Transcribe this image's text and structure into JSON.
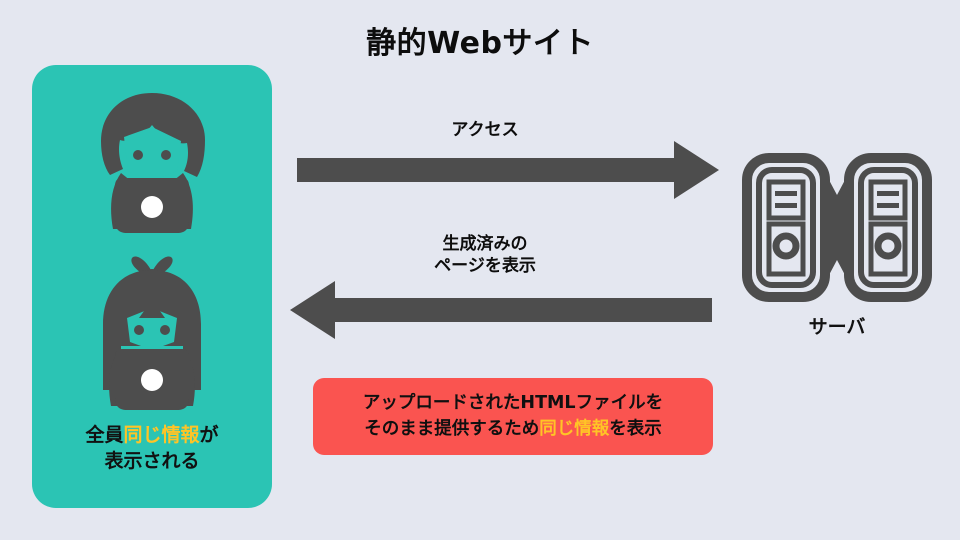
{
  "title": "静的Webサイト",
  "colors": {
    "background": "#e4e7f0",
    "panel_teal": "#2bc4b4",
    "dark_gray": "#4d4d4d",
    "callout_red": "#fa5450",
    "highlight_gold": "#ffc426",
    "text_black": "#111111"
  },
  "client": {
    "panel_name": "client-panel",
    "figures": [
      {
        "name": "person-short-hair",
        "accessory": "white-dot"
      },
      {
        "name": "person-long-hair-ribbon",
        "accessory": "white-dot"
      }
    ],
    "caption": {
      "line1_pre": "全員",
      "line1_highlight": "同じ情報",
      "line1_post": "が",
      "line2": "表示される"
    }
  },
  "arrows": {
    "access": {
      "label": "アクセス",
      "direction": "right",
      "icon": "arrow-right-icon"
    },
    "response": {
      "label_line1": "生成済みの",
      "label_line2": "ページを表示",
      "direction": "left",
      "icon": "arrow-left-icon"
    }
  },
  "server": {
    "label": "サーバ",
    "icon": "server-tower-pair-icon"
  },
  "callout": {
    "line1": "アップロードされたHTMLファイルを",
    "line2_pre": "そのまま提供するため",
    "line2_highlight": "同じ情報",
    "line2_post": "を表示"
  }
}
